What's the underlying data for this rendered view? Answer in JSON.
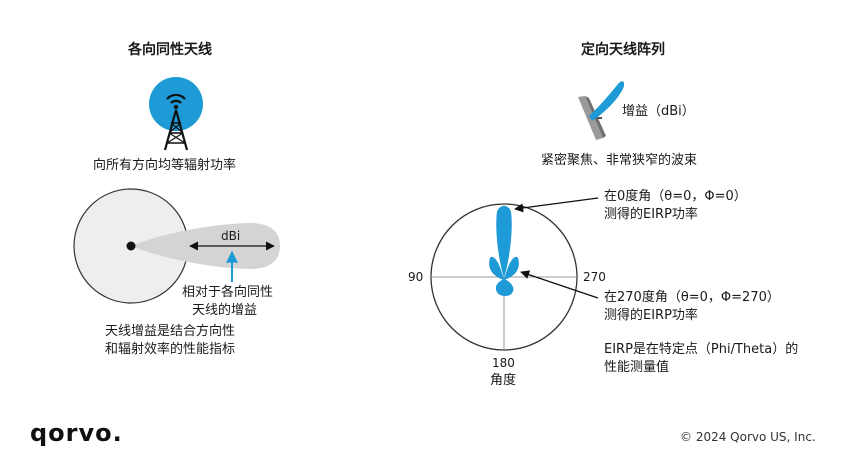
{
  "left": {
    "title": "各向同性天线",
    "tower_caption": "向所有方向均等辐射功率",
    "dbi_label": "dBi",
    "gain_label_line1": "相对于各向同性",
    "gain_label_line2": "天线的增益",
    "desc_line1": "天线增益是结合方向性",
    "desc_line2": "和辐射效率的性能指标"
  },
  "right": {
    "title": "定向天线阵列",
    "gain_label": "增益（dBi）",
    "beam_caption": "紧密聚焦、非常狭窄的波束",
    "label_0_line1": "在0度角（θ=0，Φ=0）",
    "label_0_line2": "测得的EIRP功率",
    "label_270_line1": "在270度角（θ=0，Φ=270）",
    "label_270_line2": "测得的EIRP功率",
    "eirp_line1": "EIRP是在特定点（Phi/Theta）的",
    "eirp_line2": "性能测量值",
    "axis_left": "90",
    "axis_right": "270",
    "axis_bottom": "180",
    "axis_caption": "角度"
  },
  "footer": {
    "logo": "qorvo.",
    "copyright": "© 2024 Qorvo US, Inc."
  },
  "colors": {
    "accent_blue": "#1e9ad6",
    "lobe_gray": "#d4d4d4",
    "circle_fill": "#eeeeee"
  }
}
